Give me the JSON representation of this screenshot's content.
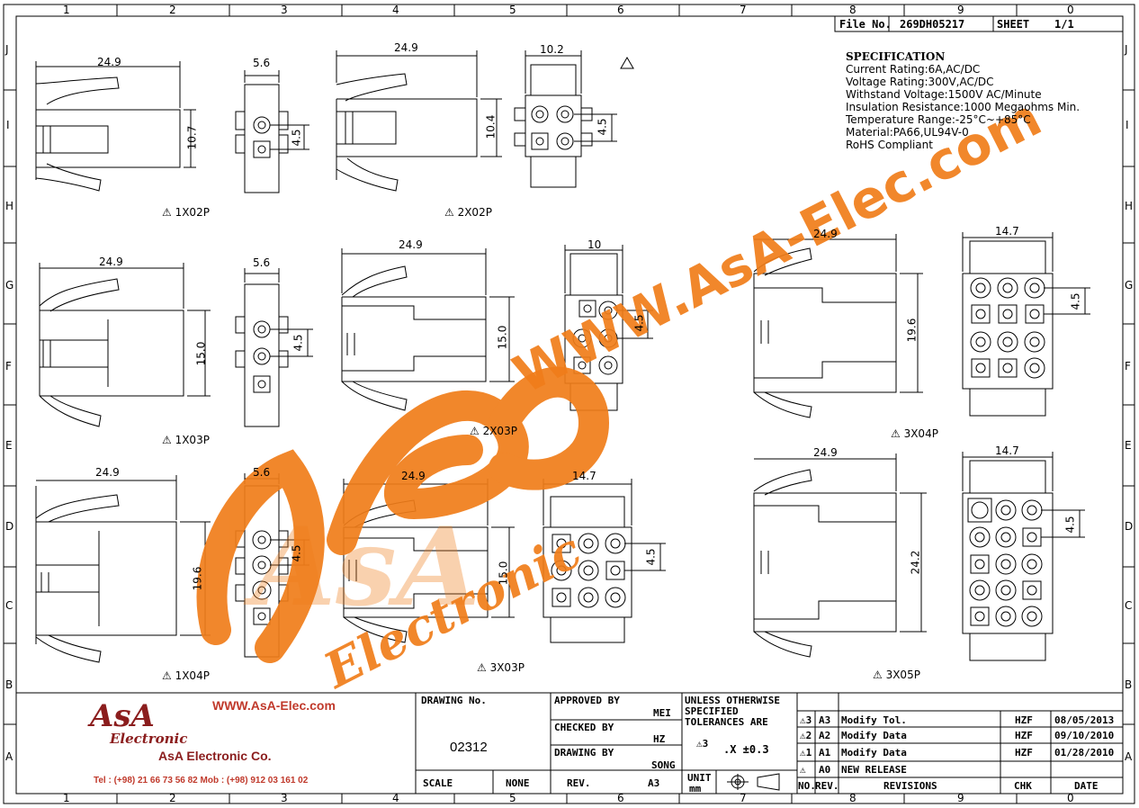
{
  "border": {
    "top_numbers": [
      "1",
      "2",
      "3",
      "4",
      "5",
      "6",
      "7",
      "8",
      "9",
      "0"
    ],
    "bottom_numbers": [
      "1",
      "2",
      "3",
      "4",
      "5",
      "6",
      "7",
      "8",
      "9",
      "0"
    ],
    "side_letters": [
      "J",
      "I",
      "H",
      "G",
      "F",
      "E",
      "D",
      "C",
      "B",
      "A"
    ]
  },
  "header": {
    "file_no_label": "File No.",
    "file_no": "269DH05217",
    "sheet_label": "SHEET",
    "sheet": "1/1"
  },
  "spec": {
    "title": "SPECIFICATION",
    "lines": [
      "Current Rating:6A,AC/DC",
      "Voltage Rating:300V,AC/DC",
      "Withstand Voltage:1500V AC/Minute",
      "Insulation Resistance:1000 Megaohms Min.",
      "Temperature Range:-25°C~+85°C",
      "Material:PA66,UL94V-0",
      "RoHS Compliant"
    ]
  },
  "views": {
    "v1x02": {
      "name": "1X02P",
      "len": "24.9",
      "w": "5.6",
      "h": "10.7",
      "pitch": "4.5"
    },
    "v2x02": {
      "name": "2X02P",
      "len": "24.9",
      "w": "10.2",
      "h": "10.4",
      "pitch": "4.5"
    },
    "v1x03": {
      "name": "1X03P",
      "len": "24.9",
      "w": "5.6",
      "h": "15.0",
      "pitch": "4.5"
    },
    "v2x03": {
      "name": "2X03P",
      "len": "24.9",
      "w": "10",
      "h": "15.0",
      "pitch": "4.5"
    },
    "v3x04": {
      "name": "3X04P",
      "len": "24.9",
      "w": "14.7",
      "h": "19.6",
      "pitch": "4.5"
    },
    "v1x04": {
      "name": "1X04P",
      "len": "24.9",
      "w": "5.6",
      "h": "19.6",
      "pitch": "4.5"
    },
    "v3x03": {
      "name": "3X03P",
      "len": "24.9",
      "w": "14.7",
      "h": "15.0",
      "pitch": "4.5"
    },
    "v3x05": {
      "name": "3X05P",
      "len": "24.9",
      "w": "14.7",
      "h": "24.2",
      "pitch": "4.5"
    }
  },
  "watermark": {
    "url": "WWW.AsA-Elec.com",
    "logo": "AsA",
    "sub": "Electronic"
  },
  "titleblock": {
    "logo_text": "AsA",
    "logo_sub": "Electronic",
    "company": "AsA Electronic Co.",
    "web": "WWW.AsA-Elec.com",
    "tel": "Tel : (+98) 21 66 73 56 82 Mob : (+98) 912 03 161 02",
    "drawing_no_label": "DRAWING No.",
    "drawing_no": "02312",
    "scale_label": "SCALE",
    "scale": "NONE",
    "rev_label": "REV.",
    "rev": "A3",
    "approved_label": "APPROVED BY",
    "approved": "MEI",
    "checked_label": "CHECKED BY",
    "checked": "HZ",
    "drawn_label": "DRAWING BY",
    "drawn": "SONG",
    "tol_1": "UNLESS OTHERWISE",
    "tol_2": "SPECIFIED",
    "tol_3": "TOLERANCES ARE",
    "tol_mark": "3",
    "tol_value": ".X  ±0.3",
    "unit_label": "UNIT",
    "unit": "mm",
    "revisions": [
      {
        "mark": "3",
        "rev": "A3",
        "desc": "Modify Tol.",
        "chk": "HZF",
        "date": "08/05/2013"
      },
      {
        "mark": "2",
        "rev": "A2",
        "desc": "Modify Data",
        "chk": "HZF",
        "date": "09/10/2010"
      },
      {
        "mark": "1",
        "rev": "A1",
        "desc": "Modify Data",
        "chk": "HZF",
        "date": "01/28/2010"
      },
      {
        "mark": "",
        "rev": "A0",
        "desc": "NEW RELEASE",
        "chk": "",
        "date": ""
      }
    ],
    "hdr_no": "NO.",
    "hdr_rev": "REV.",
    "hdr_revisions": "REVISIONS",
    "hdr_chk": "CHK",
    "hdr_date": "DATE"
  }
}
